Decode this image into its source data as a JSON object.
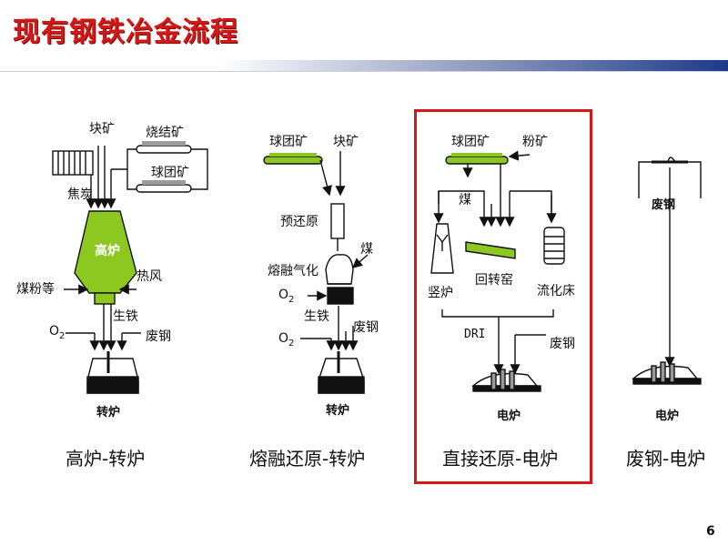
{
  "title": "现有钢铁冶金流程",
  "page_number": "6",
  "colors": {
    "title_red": "#d41818",
    "green": "#8cc820",
    "highlight_box": "#d41818"
  },
  "route1": {
    "caption": "高炉-转炉",
    "lump_ore": "块矿",
    "sinter": "烧结矿",
    "pellet": "球团矿",
    "coke": "焦炭",
    "furnace": "高炉",
    "coal_powder": "煤粉等",
    "hot_blast": "热风",
    "pig_iron": "生铁",
    "o2": "O",
    "o2_sub": "2",
    "scrap": "废钢",
    "converter": "转炉"
  },
  "route2": {
    "caption": "熔融还原-转炉",
    "pellet": "球团矿",
    "lump_ore": "块矿",
    "prereduction": "预还原",
    "coal": "煤",
    "gasifier": "熔融气化",
    "o2": "O",
    "o2_sub": "2",
    "pig_iron": "生铁",
    "scrap": "废钢",
    "converter": "转炉"
  },
  "route3": {
    "caption": "直接还原-电炉",
    "pellet": "球团矿",
    "fines": "粉矿",
    "coal": "煤",
    "shaft": "竖炉",
    "kiln": "回转窑",
    "fluid_bed": "流化床",
    "dri": "DRI",
    "scrap": "废钢",
    "eaf": "电炉"
  },
  "route4": {
    "caption": "废钢-电炉",
    "scrap": "废钢",
    "eaf": "电炉"
  }
}
